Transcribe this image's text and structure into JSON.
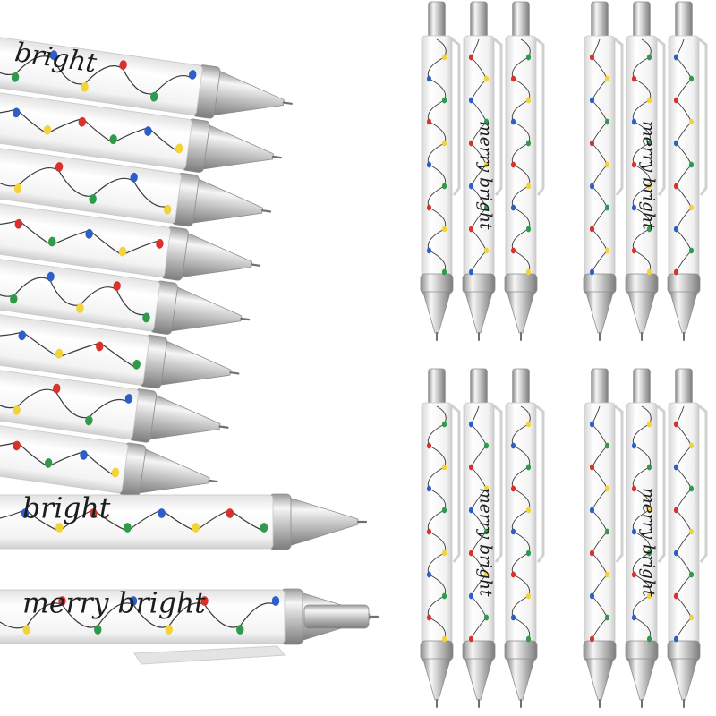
{
  "image": {
    "subject": "christmas-light-ballpoint-pens",
    "background_color": "#ffffff"
  },
  "pen_text": {
    "phrase_1": "bright",
    "phrase_2": "merry bright"
  },
  "colors": {
    "barrel": "#f7f7f7",
    "chrome_light": "#f4f4f4",
    "chrome_mid": "#c9c9c9",
    "chrome_dark": "#8a8a8a",
    "wire": "#3a3a3a",
    "bulb_red": "#d9322c",
    "bulb_green": "#2f9a4a",
    "bulb_blue": "#2e5fc8",
    "bulb_yellow": "#f2d33a"
  },
  "groups": {
    "stacked_left_count": 8,
    "vertical_group_count": 4,
    "pens_per_vertical_group": 3
  }
}
